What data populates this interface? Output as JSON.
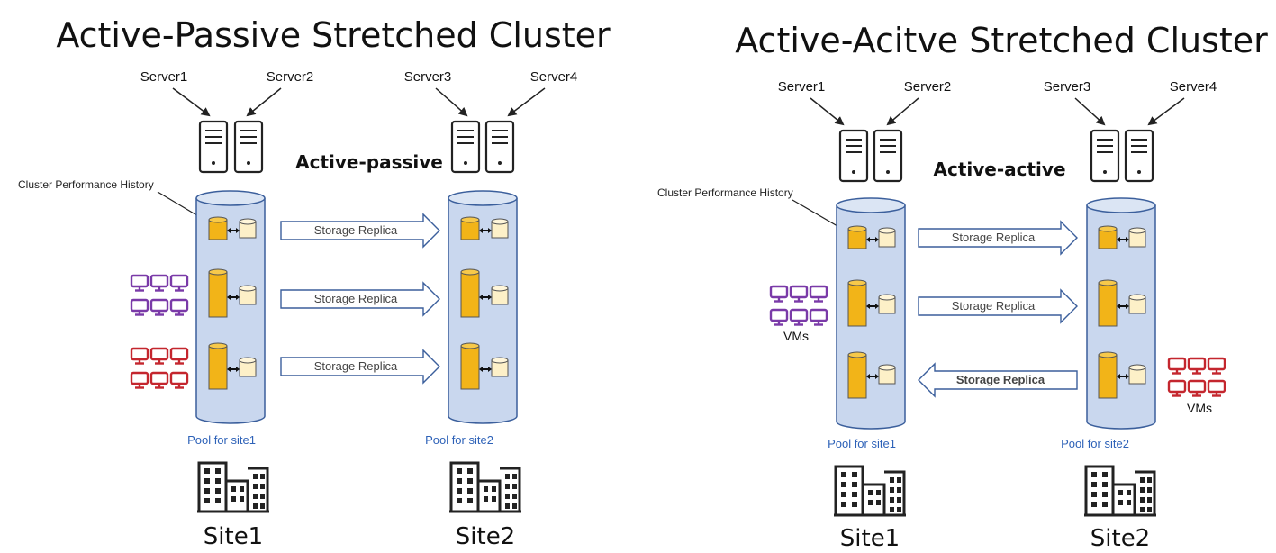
{
  "left": {
    "title": "Active-Passive Stretched Cluster",
    "servers": [
      "Server1",
      "Server2",
      "Server3",
      "Server4"
    ],
    "mode": "Active-passive",
    "perf_history": "Cluster Performance History",
    "pool1": "Pool for site1",
    "pool2": "Pool for site2",
    "site1": "Site1",
    "site2": "Site2",
    "replicas": [
      "Storage Replica",
      "Storage Replica",
      "Storage Replica"
    ],
    "replica_directions": [
      "right",
      "right",
      "right"
    ]
  },
  "right": {
    "title": "Active-Acitve Stretched Cluster",
    "servers": [
      "Server1",
      "Server2",
      "Server3",
      "Server4"
    ],
    "mode": "Active-active",
    "perf_history": "Cluster Performance History",
    "pool1": "Pool for site1",
    "pool2": "Pool for site2",
    "site1": "Site1",
    "site2": "Site2",
    "replicas": [
      "Storage Replica",
      "Storage Replica",
      "Storage Replica"
    ],
    "replica_directions": [
      "right",
      "right",
      "left"
    ],
    "vms_label_site1": "VMs",
    "vms_label_site2": "VMs"
  },
  "colors": {
    "pool_fill": "#c9d7ee",
    "pool_stroke": "#3b5f9c",
    "disk_gold": "#f2b418",
    "disk_light": "#fdf0c8",
    "vm_purple": "#7a3aa8",
    "vm_red": "#c4262e",
    "pool_label": "#2e62b8"
  }
}
